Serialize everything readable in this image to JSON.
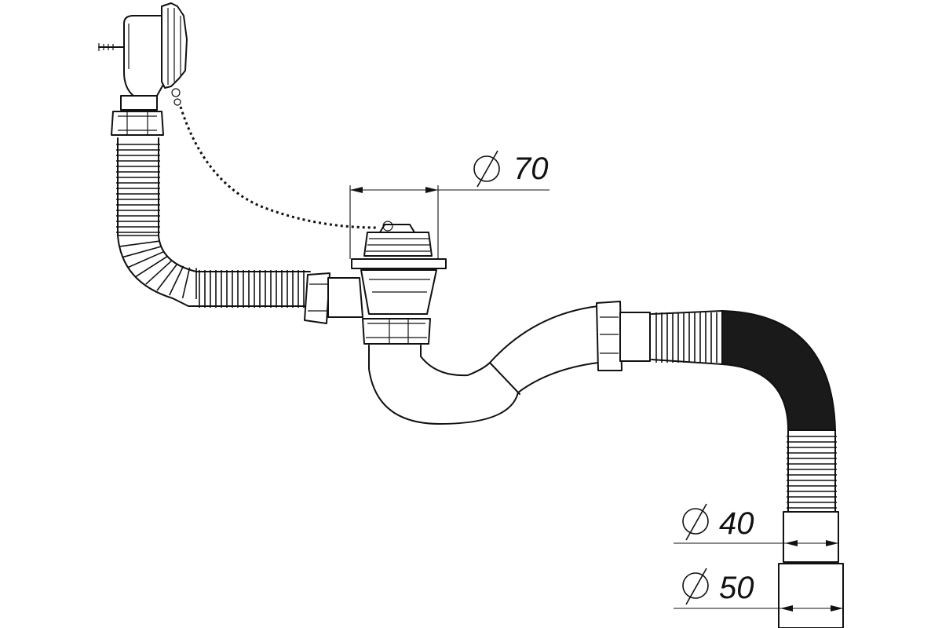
{
  "dimensions": {
    "d70": "70",
    "d40": "40",
    "d50": "50"
  },
  "colors": {
    "stroke": "#111111",
    "background": "#ffffff",
    "corrugated_dark": "#1a1a1a"
  }
}
